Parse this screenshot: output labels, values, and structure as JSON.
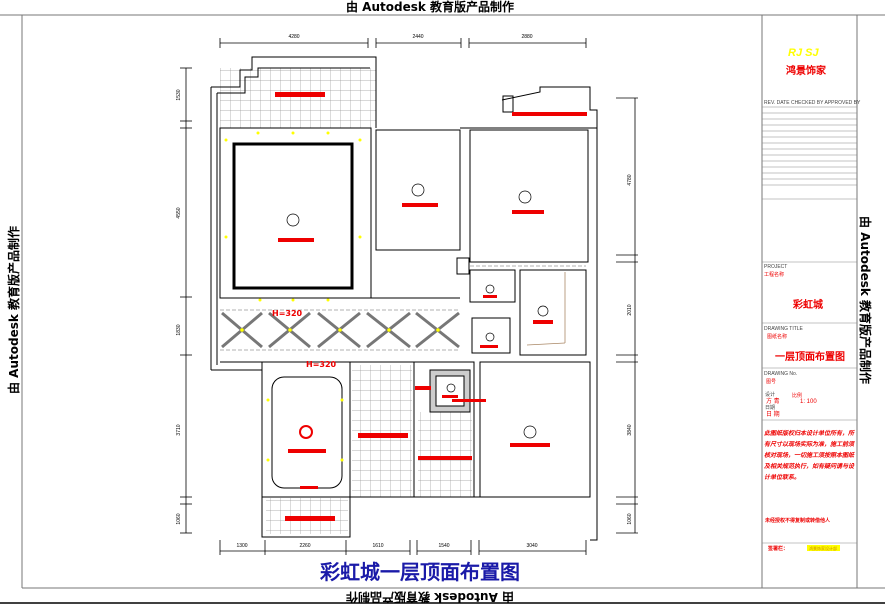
{
  "watermark": "由 Autodesk 教育版产品制作",
  "drawing_title": "彩虹城一层顶面布置图",
  "ceiling_height_labels": [
    "H=320",
    "H=320"
  ],
  "dimensions": {
    "top": [
      "4280",
      "2440",
      "2880"
    ],
    "bottom": [
      "1300",
      "2260",
      "1610",
      "1540",
      "3040"
    ],
    "left": [
      "1530",
      "4550",
      "1830",
      "3710",
      "1060"
    ],
    "right": [
      "4780",
      "2010",
      "3840",
      "1060"
    ]
  },
  "title_block": {
    "logo_text": "RJ  SJ",
    "company": "鸿景饰家",
    "revision_header": "REV.  DATE    CHECKED BY  APPROVED BY",
    "project_label": "PROJECT",
    "project_sub": "工程名称",
    "project_name": "彩虹城",
    "drawing_title_label": "DRAWING TITLE",
    "drawing_title_sub": "图纸名称",
    "drawing_title": "一层顶面布置图",
    "drawing_no_label": "DRAWING No.",
    "drawing_no_sub": "图号",
    "scale_label": "比例",
    "scale_value": "1: 100",
    "design_label": "设计",
    "design_value": "方 青",
    "date_label": "日期",
    "date_value": "日 期",
    "notes": "此图纸版权归本设计单位所有，所有尺寸以现场实际为准，施工前须核对现场，一切施工须按照本图纸及相关规范执行，如有疑问请与设计单位联系。",
    "notes_2": "未经授权不得复制或转借他人",
    "sign_label": "签署栏：",
    "sign_value": "鸿景饰家设计部"
  },
  "colors": {
    "accent_red": "#e00000",
    "title_blue": "#1a1aa8",
    "light_yellow": "#ffff00"
  }
}
